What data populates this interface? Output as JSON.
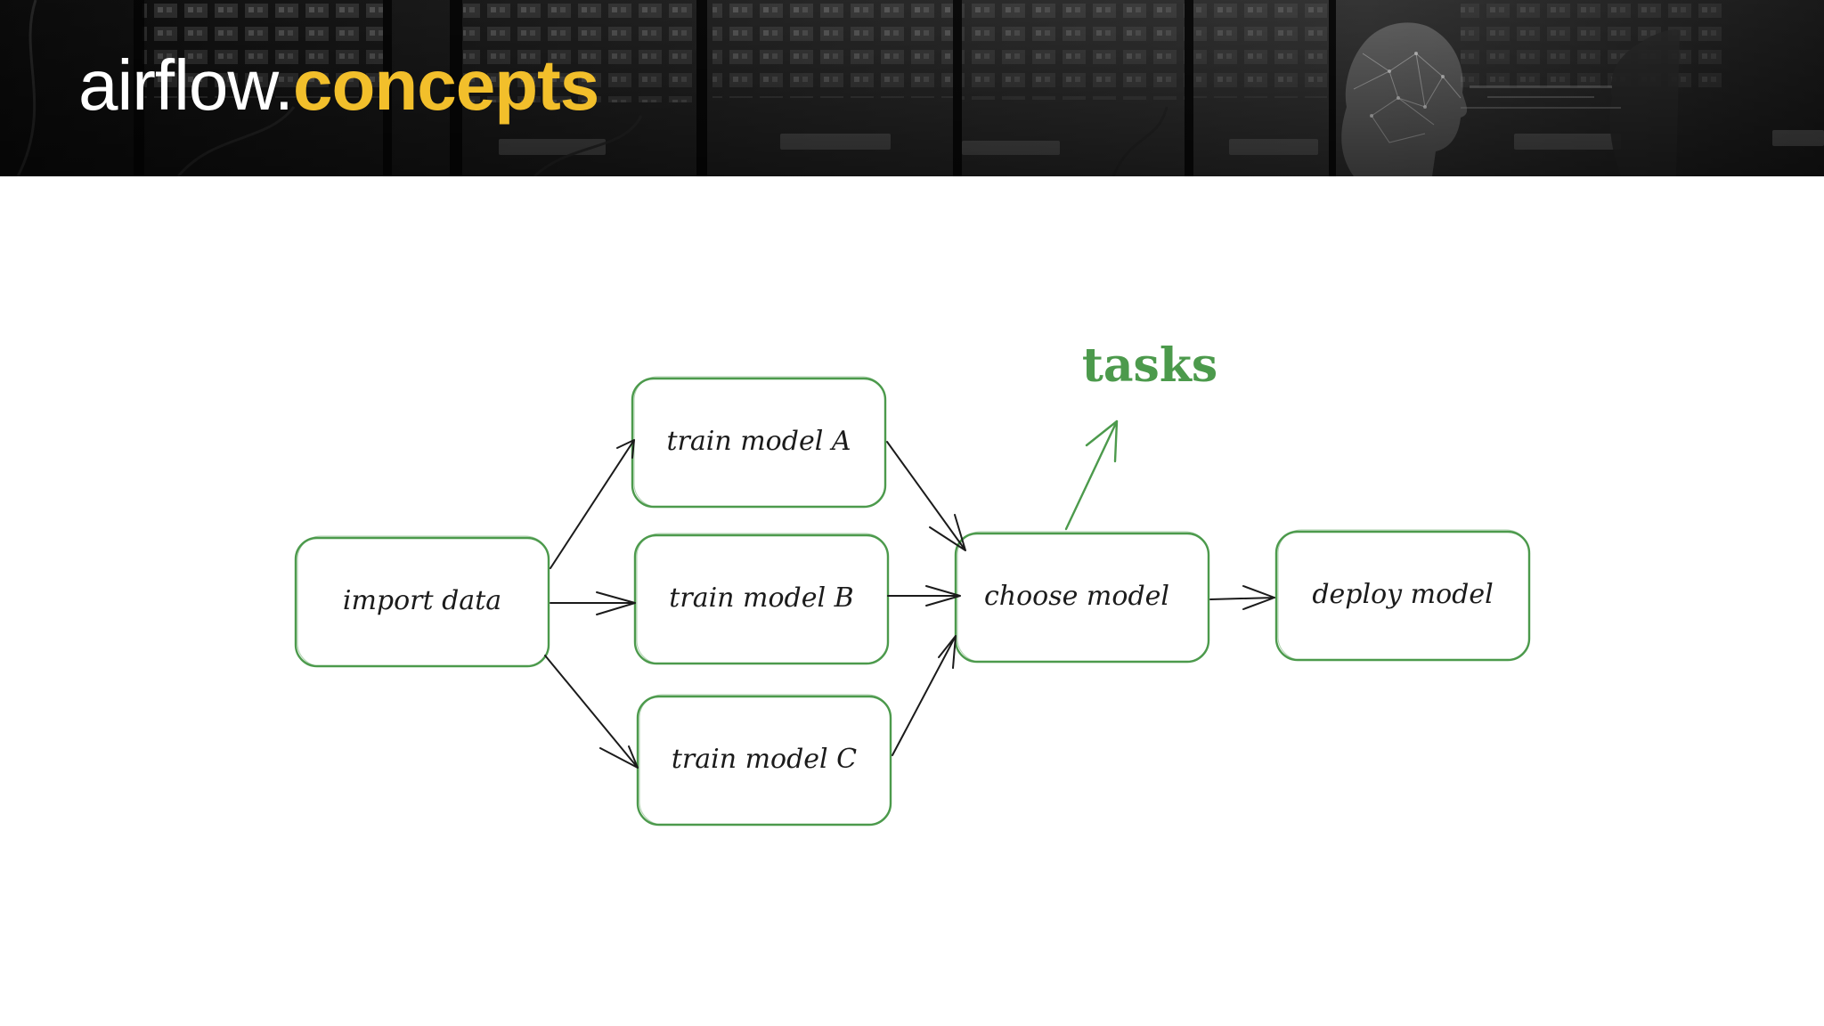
{
  "header": {
    "title_plain": "airflow.",
    "title_accent": "concepts"
  },
  "colors": {
    "accent": "#f2bf2b",
    "node_border": "#4c9a4c",
    "arrow": "#1b1b1b",
    "callout": "#4c9a4c",
    "banner_bg": "#121212"
  },
  "diagram": {
    "nodes": {
      "import_data": "import data",
      "train_model_a": "train model A",
      "train_model_b": "train model B",
      "train_model_c": "train model C",
      "choose_model": "choose model",
      "deploy_model": "deploy model"
    },
    "edges": [
      {
        "from": "import_data",
        "to": "train_model_a"
      },
      {
        "from": "import_data",
        "to": "train_model_b"
      },
      {
        "from": "import_data",
        "to": "train_model_c"
      },
      {
        "from": "train_model_a",
        "to": "choose_model"
      },
      {
        "from": "train_model_b",
        "to": "choose_model"
      },
      {
        "from": "train_model_c",
        "to": "choose_model"
      },
      {
        "from": "choose_model",
        "to": "deploy_model"
      }
    ],
    "callout": {
      "label": "tasks",
      "points_to": "choose_model"
    }
  }
}
